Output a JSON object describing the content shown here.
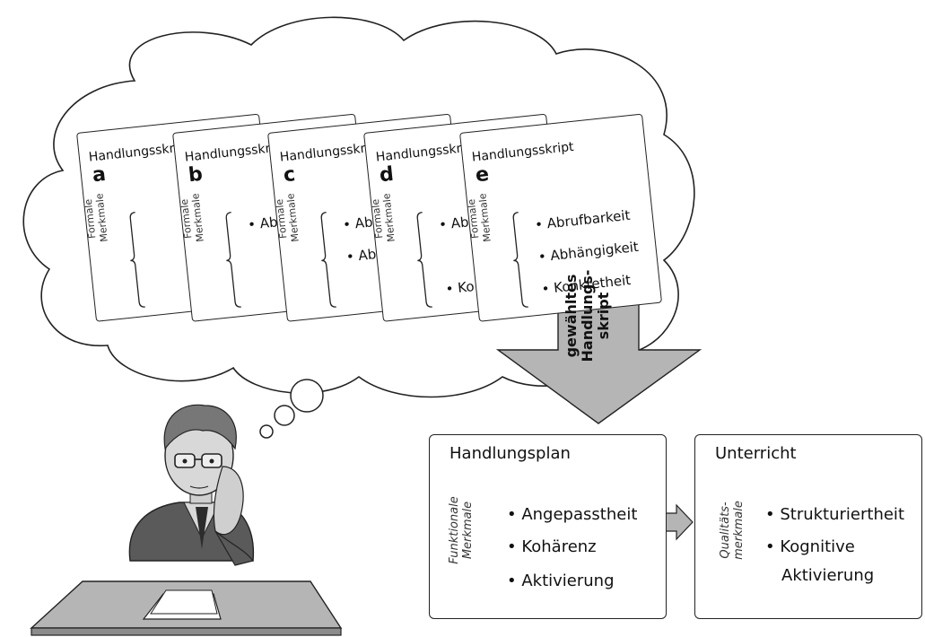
{
  "cards": [
    {
      "title": "Handlungsskript",
      "letter": "a",
      "side": "Formale Merkmale",
      "items": []
    },
    {
      "title": "Handlungsskript",
      "letter": "b",
      "side": "Formale Merkmale",
      "items": [
        "• Ab"
      ]
    },
    {
      "title": "Handlungsskript",
      "letter": "c",
      "side": "Formale Merkmale",
      "items": [
        "• Ab",
        "• Ab"
      ]
    },
    {
      "title": "Handlungsskript",
      "letter": "d",
      "side": "Formale Merkmale",
      "items": [
        "• Ab",
        "• Ko"
      ]
    },
    {
      "title": "Handlungsskript",
      "letter": "e",
      "side": "Formale Merkmale",
      "items": [
        "• Abrufbarkeit",
        "• Abhängigkeit",
        "• Konkretheit"
      ]
    }
  ],
  "arrow_label": "gewähltes Handlungs- skript",
  "plan": {
    "title": "Handlungsplan",
    "side": "Funktionale Merkmale",
    "items": [
      "• Angepasstheit",
      "• Kohärenz",
      "• Aktivierung"
    ]
  },
  "lesson": {
    "title": "Unterricht",
    "side": "Qualitäts- merkmale",
    "items": [
      "• Strukturiertheit",
      "• Kognitive",
      "Aktivierung"
    ]
  }
}
